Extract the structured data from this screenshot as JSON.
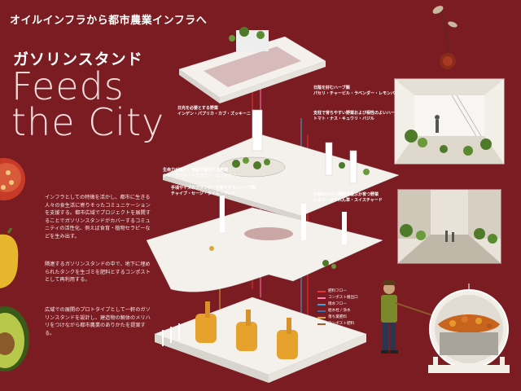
{
  "subtitle": "オイルインフラから都市農業インフラへ",
  "title_jp": "ガソリンスタンド",
  "title_en_line1": "Feeds",
  "title_en_line2": "the City",
  "paragraphs": [
    "インフラとしての特徴を活かし、都市に生きる人々の食生活に寄りそったコミュニケーションを支援する。都市広域でプロジェクトを展開することでガソリンスタンドがカバーするコミュニティの活性化、例えば食育・植物セラピーなどを生み出す。",
    "隣連するガソリンスタンドの中で、地下に埋められたタンクを生ゴミを肥料とするコンポストとして再利用する。",
    "広域での展開のプロトタイプとして一軒のガソリンスタンドを設計し、建造物の解体のメリハリをつけながら都市農業のありかたを提案する。"
  ],
  "labels": {
    "herbs_title": "日陰を好むハーブ類",
    "herbs_list": "パセリ・チャービル・ラベンダー・レモンバーム",
    "top_title": "日光を必要とする野菜",
    "top_list": "インゲン・パプリカ・カブ・ズッキーニ",
    "mid_title": "支柱で育ちやすい野菜および相性のよいハーブ",
    "mid_list": "トマト・ナス・キュウリ・バジル",
    "left_title": "生命力が高く、地植で栽培する野菜",
    "left_list": "シソ・ミント・トウガラシ・ローズマリー",
    "plant_title": "手頃サイズのプランターで育てやすいハーブ類",
    "plant_list": "チャイブ・セージ・タイム・ディル",
    "shade_title": "日照の少ない場所で最ぶか育つ野菜",
    "shade_list": "レタス・ほうれん草・スイスチャード"
  },
  "legend": [
    {
      "label": "肥料フロー",
      "color": "#e8303a"
    },
    {
      "label": "コンポスト搬出口",
      "color": "#ff7aa8"
    },
    {
      "label": "雨水フロー",
      "color": "#3aa3d8"
    },
    {
      "label": "給水栓 / 浄水",
      "color": "#2f6fb3"
    },
    {
      "label": "落ち葉肥料",
      "color": "#d8a83a"
    },
    {
      "label": "コンポスト肥料",
      "color": "#b05a2a"
    }
  ]
}
